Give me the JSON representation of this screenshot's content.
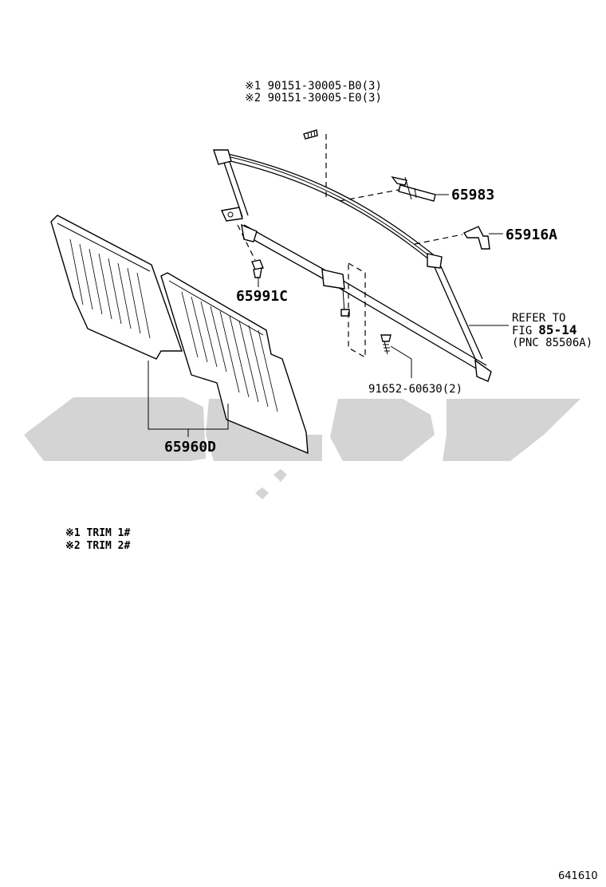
{
  "header_notes": {
    "line1": "※1 90151-30005-B0(3)",
    "line2": "※2 90151-30005-E0(3)"
  },
  "callouts": {
    "part_65983": "65983",
    "part_65916A": "65916A",
    "part_65991C": "65991C",
    "part_65960D": "65960D",
    "bolt": "91652-60630(2)"
  },
  "reference": {
    "line1": "REFER TO",
    "line2_prefix": "FIG",
    "line2_fig": "85-14",
    "line3": "(PNC 85506A)"
  },
  "legend": {
    "trim1": "※1 TRIM 1#",
    "trim2": "※2 TRIM 2#"
  },
  "footer": {
    "figure_number": "641610"
  },
  "colors": {
    "ink": "#000000",
    "watermark": "#d4d4d4",
    "background": "#ffffff"
  }
}
